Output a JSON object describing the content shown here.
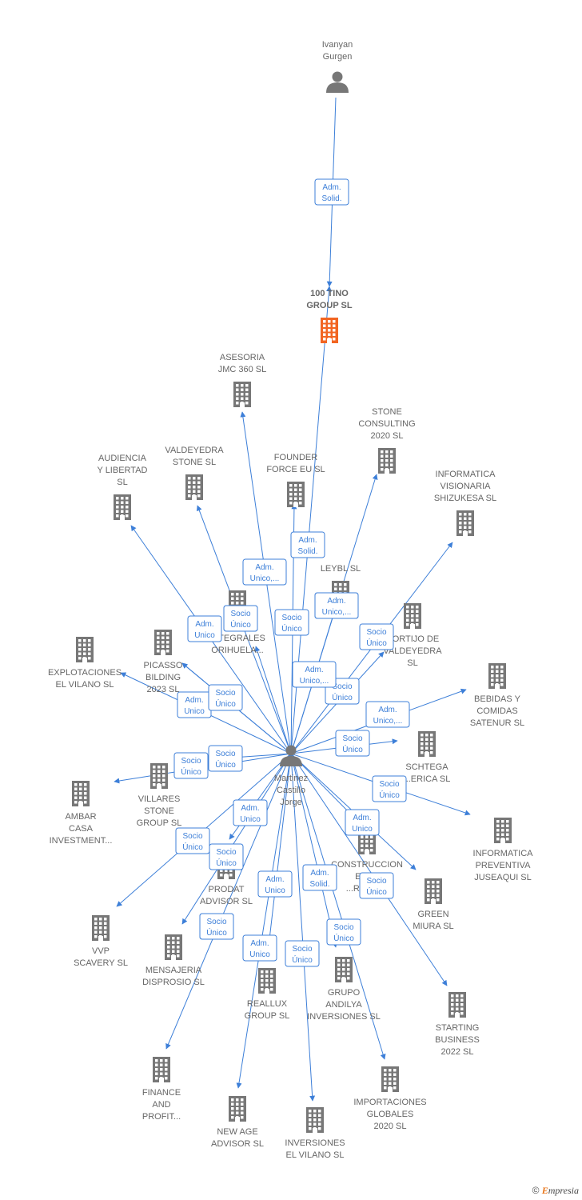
{
  "colors": {
    "edge": "#3d7fd8",
    "company": "#777777",
    "focus": "#f26522",
    "person": "#777777"
  },
  "footer": {
    "copyright": "©",
    "brand_initial": "E",
    "brand_rest": "mpresia"
  },
  "nodes": [
    {
      "id": "ivanyan",
      "kind": "person",
      "label": [
        "Ivanyan",
        "Gurgen"
      ]
    },
    {
      "id": "tino",
      "kind": "company",
      "focus": true,
      "label": [
        "100 TINO",
        "GROUP  SL"
      ]
    },
    {
      "id": "martinez",
      "kind": "person",
      "label": [
        "Martinez",
        "Castillo",
        "Jorge"
      ]
    },
    {
      "id": "asesoria",
      "kind": "company",
      "label": [
        "ASESORIA",
        "JMC 360  SL"
      ]
    },
    {
      "id": "stone",
      "kind": "company",
      "label": [
        "STONE",
        "CONSULTING",
        "2020  SL"
      ]
    },
    {
      "id": "audiencia",
      "kind": "company",
      "label": [
        "AUDIENCIA",
        "Y LIBERTAD",
        "SL"
      ]
    },
    {
      "id": "valdeyedra_stone",
      "kind": "company",
      "label": [
        "VALDEYEDRA",
        "STONE  SL"
      ]
    },
    {
      "id": "founder",
      "kind": "company",
      "label": [
        "FOUNDER",
        "FORCE EU  SL"
      ]
    },
    {
      "id": "informatica_vis",
      "kind": "company",
      "label": [
        "INFORMATICA",
        "VISIONARIA",
        "SHIZUKESA  SL"
      ]
    },
    {
      "id": "leybl",
      "kind": "company",
      "label": [
        "LEYBL  SL"
      ]
    },
    {
      "id": "integrales",
      "kind": "company",
      "label": [
        "...S",
        "INTEGRALES",
        "ORIHUELA..."
      ]
    },
    {
      "id": "cortijo",
      "kind": "company",
      "label": [
        "CORTIJO DE",
        "VALDEYEDRA",
        "SL"
      ]
    },
    {
      "id": "explotaciones",
      "kind": "company",
      "label": [
        "EXPLOTACIONES",
        "EL VILANO  SL"
      ]
    },
    {
      "id": "picasso",
      "kind": "company",
      "label": [
        "PICASSO",
        "BILDING",
        "2023  SL"
      ]
    },
    {
      "id": "bebidas",
      "kind": "company",
      "label": [
        "BEBIDAS Y",
        "COMIDAS",
        "SATENUR  SL"
      ]
    },
    {
      "id": "schtega",
      "kind": "company",
      "label": [
        "SCHTEGA",
        "...ERICA  SL"
      ]
    },
    {
      "id": "villares",
      "kind": "company",
      "label": [
        "VILLARES",
        "STONE",
        "GROUP  SL"
      ]
    },
    {
      "id": "ambar",
      "kind": "company",
      "label": [
        "AMBAR",
        "CASA",
        "INVESTMENT..."
      ]
    },
    {
      "id": "informatica_prev",
      "kind": "company",
      "label": [
        "INFORMATICA",
        "PREVENTIVA",
        "JUSEAQUI  SL"
      ]
    },
    {
      "id": "construccion",
      "kind": "company",
      "label": [
        "CONSTRUCCION",
        "EXP...",
        "...RADIC..."
      ]
    },
    {
      "id": "prodat",
      "kind": "company",
      "label": [
        "PRODAT",
        "ADVISOR  SL"
      ]
    },
    {
      "id": "green",
      "kind": "company",
      "label": [
        "GREEN",
        "MIURA  SL"
      ]
    },
    {
      "id": "vvp",
      "kind": "company",
      "label": [
        "VVP",
        "SCAVERY  SL"
      ]
    },
    {
      "id": "mensajeria",
      "kind": "company",
      "label": [
        "MENSAJERIA",
        "DISPROSIO  SL"
      ]
    },
    {
      "id": "reallux",
      "kind": "company",
      "label": [
        "REALLUX",
        "GROUP  SL"
      ]
    },
    {
      "id": "andilya",
      "kind": "company",
      "label": [
        "GRUPO",
        "ANDILYA",
        "INVERSIONES  SL"
      ]
    },
    {
      "id": "starting",
      "kind": "company",
      "label": [
        "STARTING",
        "BUSINESS",
        "2022  SL"
      ]
    },
    {
      "id": "finance",
      "kind": "company",
      "label": [
        "FINANCE",
        "AND",
        "PROFIT..."
      ]
    },
    {
      "id": "newage",
      "kind": "company",
      "label": [
        "NEW AGE",
        "ADVISOR  SL"
      ]
    },
    {
      "id": "inversiones_vilano",
      "kind": "company",
      "label": [
        "INVERSIONES",
        "EL VILANO  SL"
      ]
    },
    {
      "id": "importaciones",
      "kind": "company",
      "label": [
        "IMPORTACIONES",
        "GLOBALES",
        "2020  SL"
      ]
    }
  ],
  "edges": [
    {
      "from": "ivanyan",
      "to": "tino",
      "label": [
        "Adm.",
        "Solid."
      ]
    },
    {
      "from": "martinez",
      "to": "tino",
      "label": [
        "Adm.",
        "Solid."
      ]
    },
    {
      "from": "martinez",
      "to": "asesoria",
      "label": [
        "Adm.",
        "Unico,..."
      ]
    },
    {
      "from": "martinez",
      "to": "stone",
      "label": [
        "Adm.",
        "Unico,..."
      ]
    },
    {
      "from": "martinez",
      "to": "audiencia",
      "label": [
        "Adm.",
        "Unico"
      ]
    },
    {
      "from": "martinez",
      "to": "valdeyedra_stone",
      "label": [
        "Socio",
        "Único"
      ]
    },
    {
      "from": "martinez",
      "to": "founder",
      "label": [
        "Socio",
        "Único"
      ]
    },
    {
      "from": "martinez",
      "to": "informatica_vis",
      "label": [
        "Socio",
        "Único"
      ]
    },
    {
      "from": "martinez",
      "to": "leybl",
      "label": [
        "Adm.",
        "Unico,..."
      ]
    },
    {
      "from": "martinez",
      "to": "integrales",
      "label": [
        "Socio",
        "Único"
      ]
    },
    {
      "from": "martinez",
      "to": "cortijo",
      "label": [
        "Socio",
        "Único"
      ]
    },
    {
      "from": "martinez",
      "to": "explotaciones",
      "label": [
        "Adm.",
        "Unico"
      ]
    },
    {
      "from": "martinez",
      "to": "picasso",
      "label": [
        "Socio",
        "Único"
      ]
    },
    {
      "from": "martinez",
      "to": "bebidas",
      "label": [
        "Adm.",
        "Unico,..."
      ]
    },
    {
      "from": "martinez",
      "to": "schtega",
      "label": [
        "Socio",
        "Único"
      ]
    },
    {
      "from": "martinez",
      "to": "villares",
      "label": [
        "Socio",
        "Único"
      ]
    },
    {
      "from": "martinez",
      "to": "ambar",
      "label": [
        "Socio",
        "Único"
      ]
    },
    {
      "from": "martinez",
      "to": "informatica_prev",
      "label": [
        "Socio",
        "Único"
      ]
    },
    {
      "from": "martinez",
      "to": "construccion",
      "label": [
        "Adm.",
        "Unico"
      ]
    },
    {
      "from": "martinez",
      "to": "prodat",
      "label": [
        "Adm.",
        "Unico"
      ]
    },
    {
      "from": "martinez",
      "to": "green",
      "label": [
        "Socio",
        "Único"
      ]
    },
    {
      "from": "martinez",
      "to": "vvp",
      "label": [
        "Socio",
        "Único"
      ]
    },
    {
      "from": "martinez",
      "to": "mensajeria",
      "label": [
        "Socio",
        "Único"
      ]
    },
    {
      "from": "martinez",
      "to": "reallux",
      "label": [
        "Adm.",
        "Unico"
      ]
    },
    {
      "from": "martinez",
      "to": "andilya",
      "label": [
        "Adm.",
        "Solid."
      ]
    },
    {
      "from": "martinez",
      "to": "starting",
      "label": [
        "Socio",
        "Único"
      ]
    },
    {
      "from": "martinez",
      "to": "finance",
      "label": [
        "Socio",
        "Único"
      ]
    },
    {
      "from": "martinez",
      "to": "newage",
      "label": [
        "Adm.",
        "Unico"
      ]
    },
    {
      "from": "martinez",
      "to": "inversiones_vilano",
      "label": [
        "Socio",
        "Único"
      ]
    },
    {
      "from": "martinez",
      "to": "importaciones",
      "label": [
        "Socio",
        "Único"
      ]
    },
    {
      "from": "martinez",
      "to": "picasso",
      "label": [
        "Adm.",
        "Unico,..."
      ]
    }
  ]
}
